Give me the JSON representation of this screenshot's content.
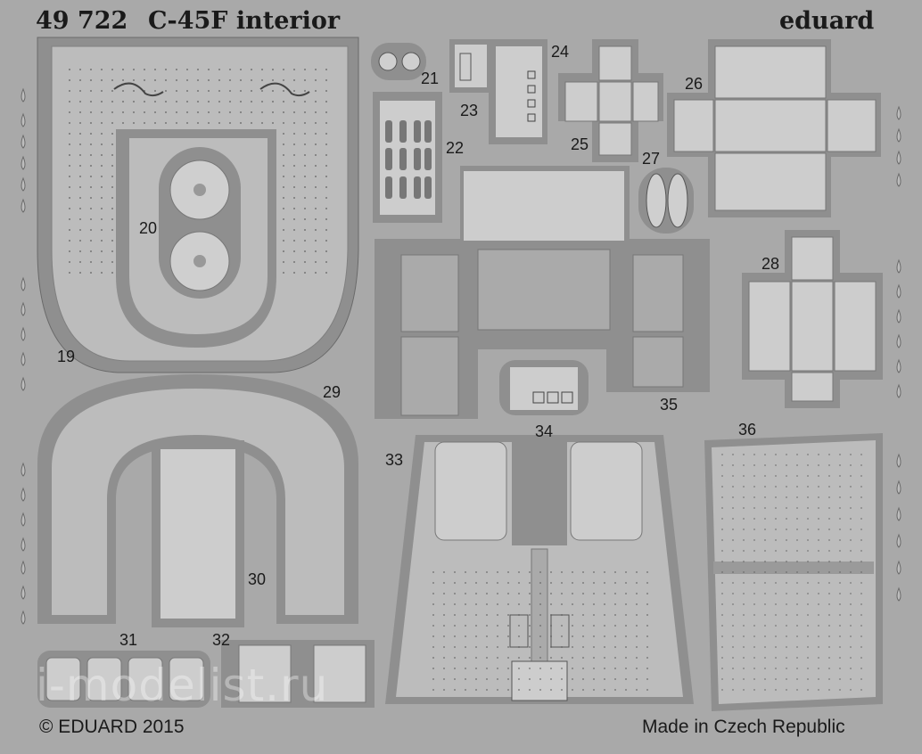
{
  "header": {
    "code": "49 722",
    "title": "C-45F interior",
    "brand": "eduard"
  },
  "footer": {
    "copyright": "© EDUARD 2015",
    "origin": "Made in Czech Republic"
  },
  "watermark": "i-modelist.ru",
  "part_numbers": [
    "19",
    "20",
    "21",
    "22",
    "23",
    "24",
    "25",
    "26",
    "27",
    "28",
    "29",
    "30",
    "31",
    "32",
    "33",
    "34",
    "35",
    "36"
  ],
  "colors": {
    "background": "#a9a9a9",
    "part_fill": "#bcbcbc",
    "part_frame": "#8c8c8c",
    "text": "#1a1a1a"
  }
}
